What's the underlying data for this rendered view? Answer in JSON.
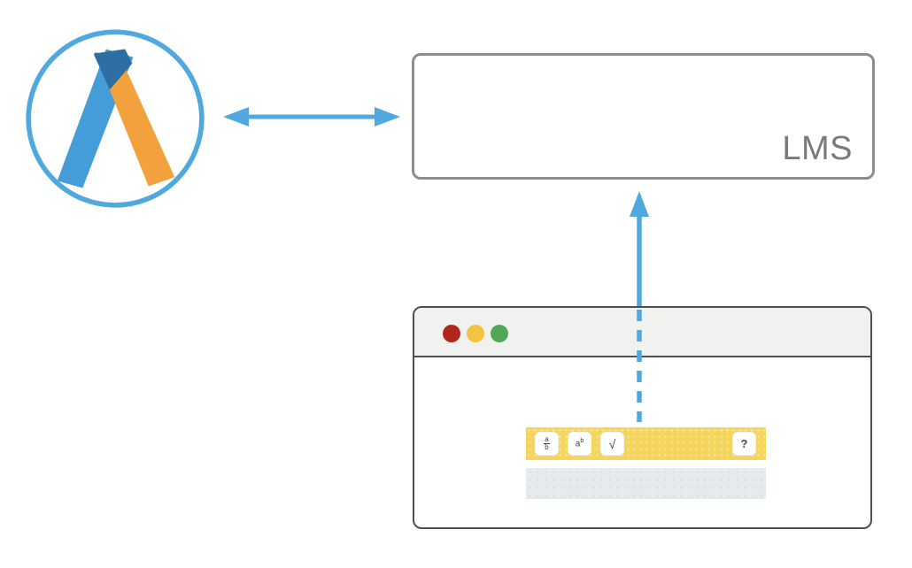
{
  "diagram": {
    "background_color": "#ffffff",
    "accent_blue": "#4FA8DE",
    "logo": {
      "name": "abitti-logo",
      "circle_border_color": "#4FA8DE",
      "left_leg_color": "#449CD8",
      "right_leg_color": "#F2A13C",
      "overlap_color": "#2F6EA5"
    },
    "lms_box": {
      "label": "LMS",
      "border_color": "#8C8C8C",
      "text_color": "#7A7A7A"
    },
    "arrows": {
      "bidirectional_arrow": {
        "color": "#4FA8DE",
        "direction": "horizontal-double-headed"
      },
      "upload_arrow": {
        "color": "#4FA8DE",
        "direction": "up",
        "style": "dashed-inside-browser-solid-outside"
      }
    },
    "browser": {
      "border_color": "#4F4F4F",
      "titlebar_color": "#F1F1EF",
      "traffic_lights": [
        {
          "name": "close",
          "color": "#B0271B"
        },
        {
          "name": "minimize",
          "color": "#F5C342"
        },
        {
          "name": "maximize",
          "color": "#52A757"
        }
      ],
      "toolbar": {
        "background_color": "#F4D65F",
        "buttons": [
          {
            "name": "fraction",
            "numerator": "a",
            "denominator": "b"
          },
          {
            "name": "power",
            "base": "a",
            "exponent": "b"
          },
          {
            "name": "square-root",
            "label": "√"
          },
          {
            "name": "help",
            "label": "?"
          }
        ]
      },
      "answer_field_color": "#E5EBEC"
    }
  }
}
